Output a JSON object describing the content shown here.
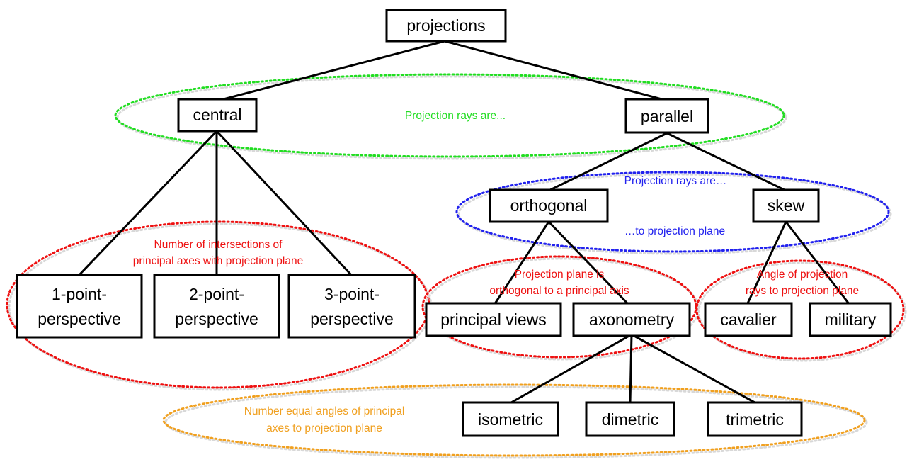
{
  "colors": {
    "green": "#22dd22",
    "blue": "#2222ee",
    "red": "#ee1111",
    "orange": "#f0a020"
  },
  "nodes": {
    "projections": "projections",
    "central": "central",
    "parallel": "parallel",
    "orthogonal": "orthogonal",
    "skew": "skew",
    "one_point": [
      "1-point-",
      "perspective"
    ],
    "two_point": [
      "2-point-",
      "perspective"
    ],
    "three_point": [
      "3-point-",
      "perspective"
    ],
    "principal_views": "principal views",
    "axonometry": "axonometry",
    "cavalier": "cavalier",
    "military": "military",
    "isometric": "isometric",
    "dimetric": "dimetric",
    "trimetric": "trimetric"
  },
  "annotations": {
    "rays_green": "Projection rays are...",
    "rays_blue_top": "Projection rays are…",
    "rays_blue_bottom": "…to projection plane",
    "intersections": [
      "Number of intersections of",
      "principal axes with projection plane"
    ],
    "plane_orthogonal": [
      "Projection plane is",
      "orthogonal to a principal axis"
    ],
    "angle_projection": [
      "Angle of projection",
      "rays to projection plane"
    ],
    "equal_angles": [
      "Number equal angles of principal",
      "axes to projection plane"
    ]
  }
}
